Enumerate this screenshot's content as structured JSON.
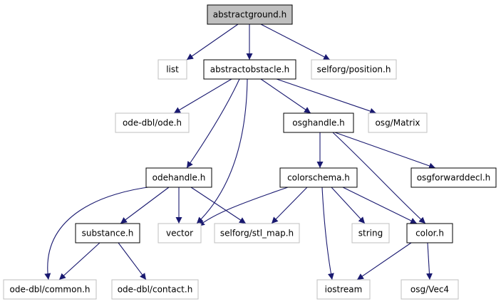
{
  "diagram": {
    "type": "include-dependency-graph",
    "colors": {
      "edge": "#191970",
      "root_fill": "#bfbfbf",
      "documented_border": "#000000",
      "external_border": "#bfbfbf",
      "text": "#000000"
    },
    "nodes": [
      {
        "id": "abstractground",
        "label": "abstractground.h",
        "kind": "root"
      },
      {
        "id": "list",
        "label": "list",
        "kind": "external"
      },
      {
        "id": "abstractobstacle",
        "label": "abstractobstacle.h",
        "kind": "documented"
      },
      {
        "id": "position",
        "label": "selforg/position.h",
        "kind": "external"
      },
      {
        "id": "ode",
        "label": "ode-dbl/ode.h",
        "kind": "external"
      },
      {
        "id": "osghandle",
        "label": "osghandle.h",
        "kind": "documented"
      },
      {
        "id": "matrix",
        "label": "osg/Matrix",
        "kind": "external"
      },
      {
        "id": "odehandle",
        "label": "odehandle.h",
        "kind": "documented"
      },
      {
        "id": "colorschema",
        "label": "colorschema.h",
        "kind": "documented"
      },
      {
        "id": "osgforwarddecl",
        "label": "osgforwarddecl.h",
        "kind": "documented"
      },
      {
        "id": "substance",
        "label": "substance.h",
        "kind": "documented"
      },
      {
        "id": "vector",
        "label": "vector",
        "kind": "external"
      },
      {
        "id": "stlmap",
        "label": "selforg/stl_map.h",
        "kind": "external"
      },
      {
        "id": "string",
        "label": "string",
        "kind": "external"
      },
      {
        "id": "color",
        "label": "color.h",
        "kind": "documented"
      },
      {
        "id": "common",
        "label": "ode-dbl/common.h",
        "kind": "external"
      },
      {
        "id": "contact",
        "label": "ode-dbl/contact.h",
        "kind": "external"
      },
      {
        "id": "iostream",
        "label": "iostream",
        "kind": "external"
      },
      {
        "id": "vec4",
        "label": "osg/Vec4",
        "kind": "external"
      }
    ],
    "edges": [
      {
        "from": "abstractground",
        "to": "list"
      },
      {
        "from": "abstractground",
        "to": "abstractobstacle"
      },
      {
        "from": "abstractground",
        "to": "position"
      },
      {
        "from": "abstractobstacle",
        "to": "ode"
      },
      {
        "from": "abstractobstacle",
        "to": "odehandle"
      },
      {
        "from": "abstractobstacle",
        "to": "vector"
      },
      {
        "from": "abstractobstacle",
        "to": "osghandle"
      },
      {
        "from": "abstractobstacle",
        "to": "matrix"
      },
      {
        "from": "osghandle",
        "to": "colorschema"
      },
      {
        "from": "osghandle",
        "to": "osgforwarddecl"
      },
      {
        "from": "osghandle",
        "to": "color"
      },
      {
        "from": "odehandle",
        "to": "substance"
      },
      {
        "from": "odehandle",
        "to": "common"
      },
      {
        "from": "odehandle",
        "to": "vector"
      },
      {
        "from": "odehandle",
        "to": "stlmap"
      },
      {
        "from": "colorschema",
        "to": "vector"
      },
      {
        "from": "colorschema",
        "to": "stlmap"
      },
      {
        "from": "colorschema",
        "to": "string"
      },
      {
        "from": "colorschema",
        "to": "color"
      },
      {
        "from": "colorschema",
        "to": "iostream"
      },
      {
        "from": "substance",
        "to": "common"
      },
      {
        "from": "substance",
        "to": "contact"
      },
      {
        "from": "color",
        "to": "iostream"
      },
      {
        "from": "color",
        "to": "vec4"
      }
    ]
  }
}
